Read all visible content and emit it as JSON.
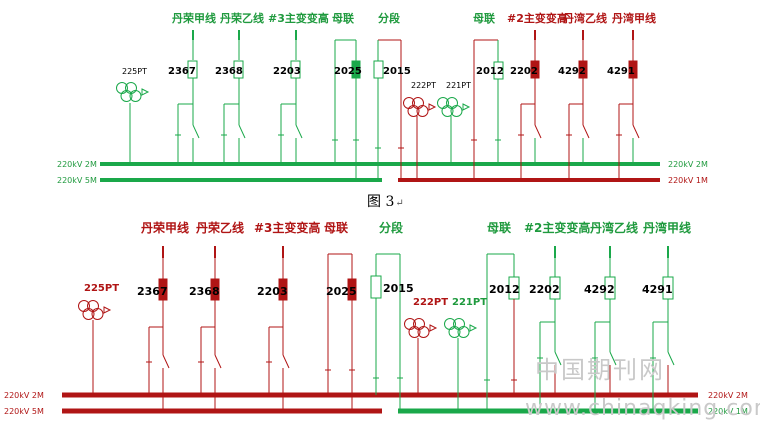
{
  "colors": {
    "green": "#1aa84a",
    "red": "#b01515",
    "label_green": "#1f9a3e",
    "label_red": "#b01515"
  },
  "top": {
    "labels": {
      "l1": "丹荣甲线",
      "l2": "丹荣乙线",
      "l3": "#3主变变高",
      "l4": "母联",
      "l5": "分段",
      "l6": "母联",
      "l7": "#2主变变高",
      "l8": "丹湾乙线",
      "l9": "丹湾甲线"
    },
    "codes": {
      "c2367": "2367",
      "c2368": "2368",
      "c2203": "2203",
      "c2025": "2025",
      "c2015": "2015",
      "c2012": "2012",
      "c2202": "2202",
      "c4292": "4292",
      "c4291": "4291"
    },
    "pt": {
      "p225": "225PT",
      "p222": "222PT",
      "p221": "221PT"
    },
    "bus": {
      "left2m": "220kV 2M",
      "left5m": "220kV 5M",
      "right2m": "220kV 2M",
      "right1m": "220kV 1M"
    }
  },
  "caption": {
    "text": "图 3",
    "mark": "↵"
  },
  "bottom": {
    "labels": {
      "l1": "丹荣甲线",
      "l2": "丹荣乙线",
      "l3": "#3主变变高",
      "l4": "母联",
      "l5": "分段",
      "l6": "母联",
      "l7": "#2主变变高",
      "l8": "丹湾乙线",
      "l9": "丹湾甲线"
    },
    "codes": {
      "c2367": "2367",
      "c2368": "2368",
      "c2203": "2203",
      "c2025": "2025",
      "c2015": "2015",
      "c2012": "2012",
      "c2202": "2202",
      "c4292": "4292",
      "c4291": "4291"
    },
    "pt": {
      "p225": "225PT",
      "p222": "222PT",
      "p221": "221PT"
    },
    "bus": {
      "left2m": "220kV 2M",
      "left5m": "220kV 5M",
      "right2m": "220kV 2M",
      "right1m": "220kV 1M"
    }
  },
  "watermark": {
    "text": "中国期刊网",
    "url": "www.chinaqking.com"
  }
}
